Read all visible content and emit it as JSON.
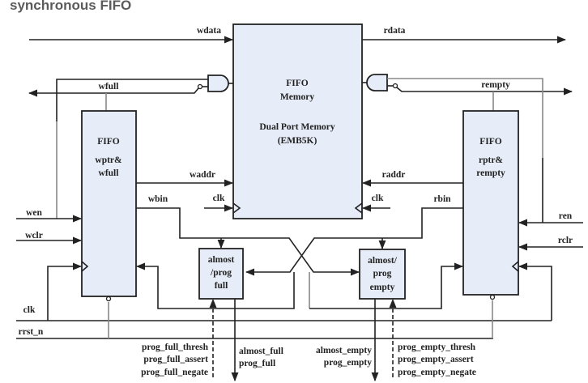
{
  "title": "synchronous FIFO",
  "memory": {
    "line1": "FIFO",
    "line2": "Memory",
    "line3": "Dual Port Memory",
    "line4": "(EMB5K)"
  },
  "write_block": {
    "line1": "FIFO",
    "line2": "wptr&",
    "line3": "wfull"
  },
  "read_block": {
    "line1": "FIFO",
    "line2": "rptr&",
    "line3": "rempty"
  },
  "almost_full_block": {
    "line1": "almost",
    "line2": "/prog",
    "line3": "full"
  },
  "almost_empty_block": {
    "line1": "almost/",
    "line2": "prog",
    "line3": "empty"
  },
  "signals": {
    "wdata": "wdata",
    "rdata": "rdata",
    "wfull": "wfull",
    "rempty": "rempty",
    "waddr": "waddr",
    "raddr": "raddr",
    "clk_mem_w": "clk",
    "clk_mem_r": "clk",
    "wbin": "wbin",
    "rbin": "rbin",
    "wen": "wen",
    "wclr": "wclr",
    "ren": "ren",
    "rclr": "rclr",
    "clk": "clk",
    "rrst_n": "rrst_n"
  },
  "full_inputs": [
    "prog_full_thresh",
    "prog_full_assert",
    "prog_full_negate"
  ],
  "full_outputs": [
    "almost_full",
    "prog_full"
  ],
  "empty_outputs": [
    "almost_empty",
    "prog_empty"
  ],
  "empty_inputs": [
    "prog_empty_thresh",
    "prog_empty_assert",
    "prog_empty_negate"
  ]
}
